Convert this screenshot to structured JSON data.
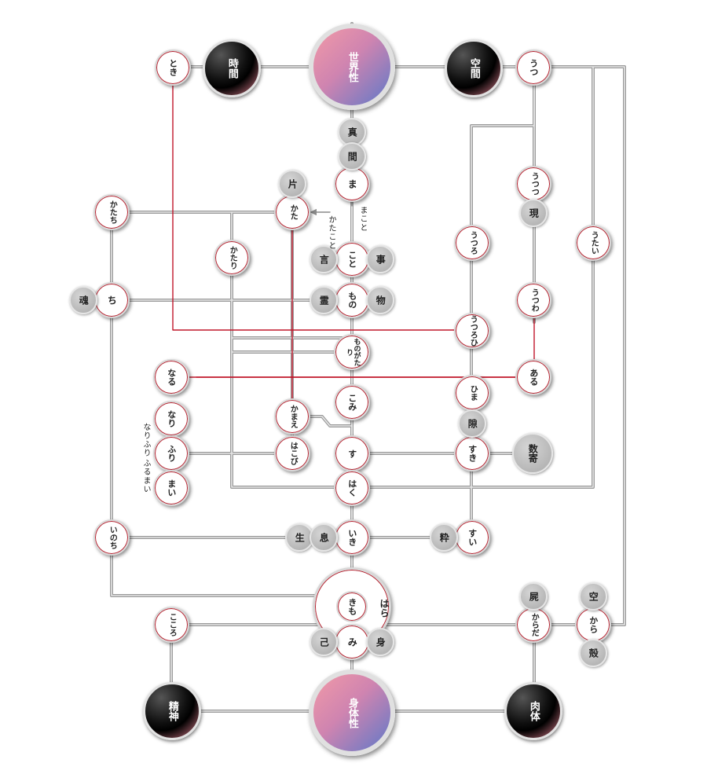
{
  "core": {
    "world": "世界性",
    "body": "身体性"
  },
  "hubs": {
    "time": "時間",
    "space": "空間",
    "spirit": "精神",
    "flesh": "肉体"
  },
  "words": {
    "toki": "とき",
    "utsu": "うつ",
    "ma": "ま",
    "katachi": "かたち",
    "kata": "かた",
    "utsutsu": "うつつ",
    "katari": "かたり",
    "utsuro": "うつろ",
    "utai": "うたい",
    "koto": "こと",
    "chi": "ち",
    "mono": "もの",
    "utsuwa": "うつわ",
    "utsurohi": "うつろひ",
    "monogatari": "ものがたり",
    "naru": "なる",
    "aru": "ある",
    "hima": "ひま",
    "nari": "なり",
    "komi": "こみ",
    "kamae": "かまえ",
    "furi": "ふり",
    "hakobi": "はこび",
    "su": "す",
    "suki": "すき",
    "mai": "まい",
    "haku": "はく",
    "inochi": "いのち",
    "iki": "いき",
    "sui": "すい",
    "hara": "はら",
    "kimo": "きも",
    "kokoro": "こころ",
    "karada": "からだ",
    "kara": "から",
    "mi": "み"
  },
  "kanji": {
    "shin": "真",
    "ma_kanji": "間",
    "kata_kanji": "片",
    "utsutsu_kanji": "現",
    "koto_left": "言",
    "koto_right": "事",
    "tama": "魂",
    "rei": "霊",
    "butsu": "物",
    "suki_kanji": "隙",
    "suki_big": "数寄",
    "sei": "生",
    "soku": "息",
    "iki_right": "粋",
    "shikabane": "屍",
    "kuu": "空",
    "kara_kanji": "殻",
    "onore": "己",
    "mi_kanji": "身"
  },
  "labels": {
    "makoto": "まこと",
    "katakoto": "かたこと",
    "narifuri": "なりふり",
    "furumai": "ふるまい"
  },
  "colors": {
    "red_line": "#c0162a",
    "gray_line": "#9a9a9a"
  }
}
